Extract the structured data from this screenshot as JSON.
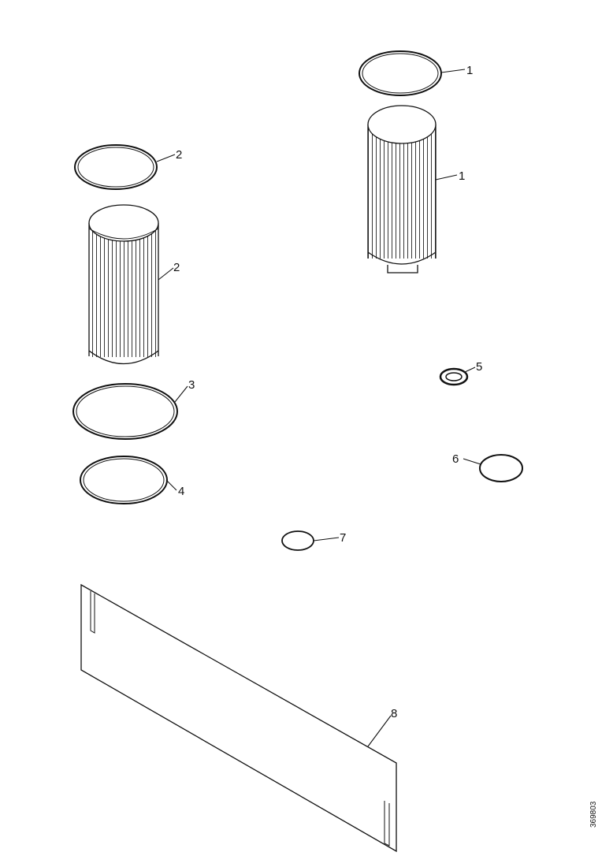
{
  "callouts": [
    {
      "id": "1",
      "part": "o-ring"
    },
    {
      "id": "1",
      "part": "filter-element"
    },
    {
      "id": "2",
      "part": "o-ring"
    },
    {
      "id": "2",
      "part": "filter-element"
    },
    {
      "id": "3",
      "part": "o-ring"
    },
    {
      "id": "4",
      "part": "o-ring"
    },
    {
      "id": "5",
      "part": "seal-washer"
    },
    {
      "id": "6",
      "part": "o-ring"
    },
    {
      "id": "7",
      "part": "o-ring"
    },
    {
      "id": "8",
      "part": "sheet"
    }
  ],
  "drawing_number": "369803",
  "colors": {
    "line": "#111111",
    "background": "#ffffff"
  }
}
